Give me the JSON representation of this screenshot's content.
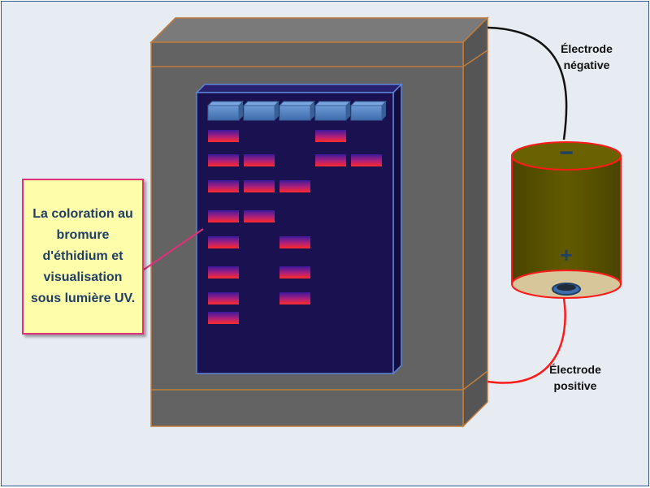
{
  "callout": {
    "text": "La coloration au bromure d'éthidium et visualisation sous lumière UV."
  },
  "negative_electrode": {
    "line1": "Électrode",
    "line2": "négative",
    "symbol": "−"
  },
  "positive_electrode": {
    "line1": "Électrode",
    "line2": "positive",
    "symbol": "+"
  },
  "gel": {
    "lanes": 5,
    "bands": [
      {
        "lane": 1,
        "rows": [
          1,
          2,
          3,
          4,
          5,
          6,
          7,
          8
        ]
      },
      {
        "lane": 2,
        "rows": [
          2,
          3,
          4
        ]
      },
      {
        "lane": 3,
        "rows": [
          3,
          5,
          6,
          7
        ]
      },
      {
        "lane": 4,
        "rows": [
          1,
          2
        ]
      },
      {
        "lane": 5,
        "rows": [
          2
        ]
      }
    ]
  },
  "colors": {
    "box": "#636363",
    "box_border": "#c17d3c",
    "gel": "#1a1150",
    "gel_border": "#5b86d6",
    "well": "#4f80bd",
    "band_top": "#5b1fa8",
    "band_bottom": "#ff2a2a",
    "battery_body": "#5a5200",
    "battery_border": "#ff1a1a",
    "battery_top": "#d6c69a",
    "wire_negative": "#111111",
    "wire_positive": "#ff1a1a",
    "callout_bg": "#fdfdaa",
    "callout_border": "#e0307a"
  }
}
